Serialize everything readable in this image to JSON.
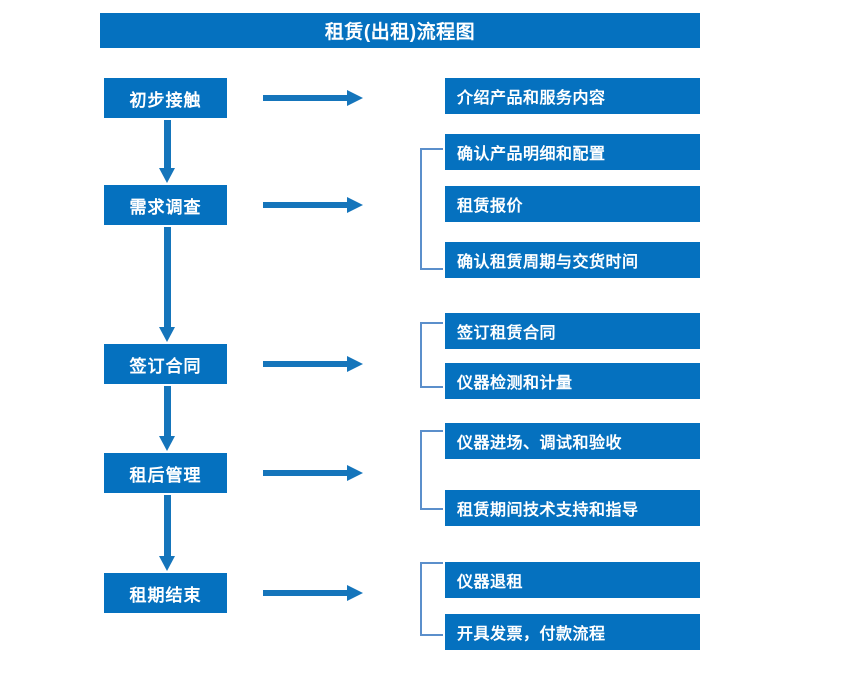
{
  "title": "租赁(出租)流程图",
  "colors": {
    "box_blue": "#0571bf",
    "arrow_blue": "#1575bb",
    "bracket_blue": "#5b8fcb",
    "text_white": "#ffffff",
    "background": "#ffffff"
  },
  "stages": [
    {
      "label": "初步接触"
    },
    {
      "label": "需求调查"
    },
    {
      "label": "签订合同"
    },
    {
      "label": "租后管理"
    },
    {
      "label": "租期结束"
    }
  ],
  "details": [
    {
      "label": "介绍产品和服务内容"
    },
    {
      "label": "确认产品明细和配置"
    },
    {
      "label": "租赁报价"
    },
    {
      "label": "确认租赁周期与交货时间"
    },
    {
      "label": "签订租赁合同"
    },
    {
      "label": "仪器检测和计量"
    },
    {
      "label": "仪器进场、调试和验收"
    },
    {
      "label": "租赁期间技术支持和指导"
    },
    {
      "label": "仪器退租"
    },
    {
      "label": "开具发票，付款流程"
    }
  ]
}
